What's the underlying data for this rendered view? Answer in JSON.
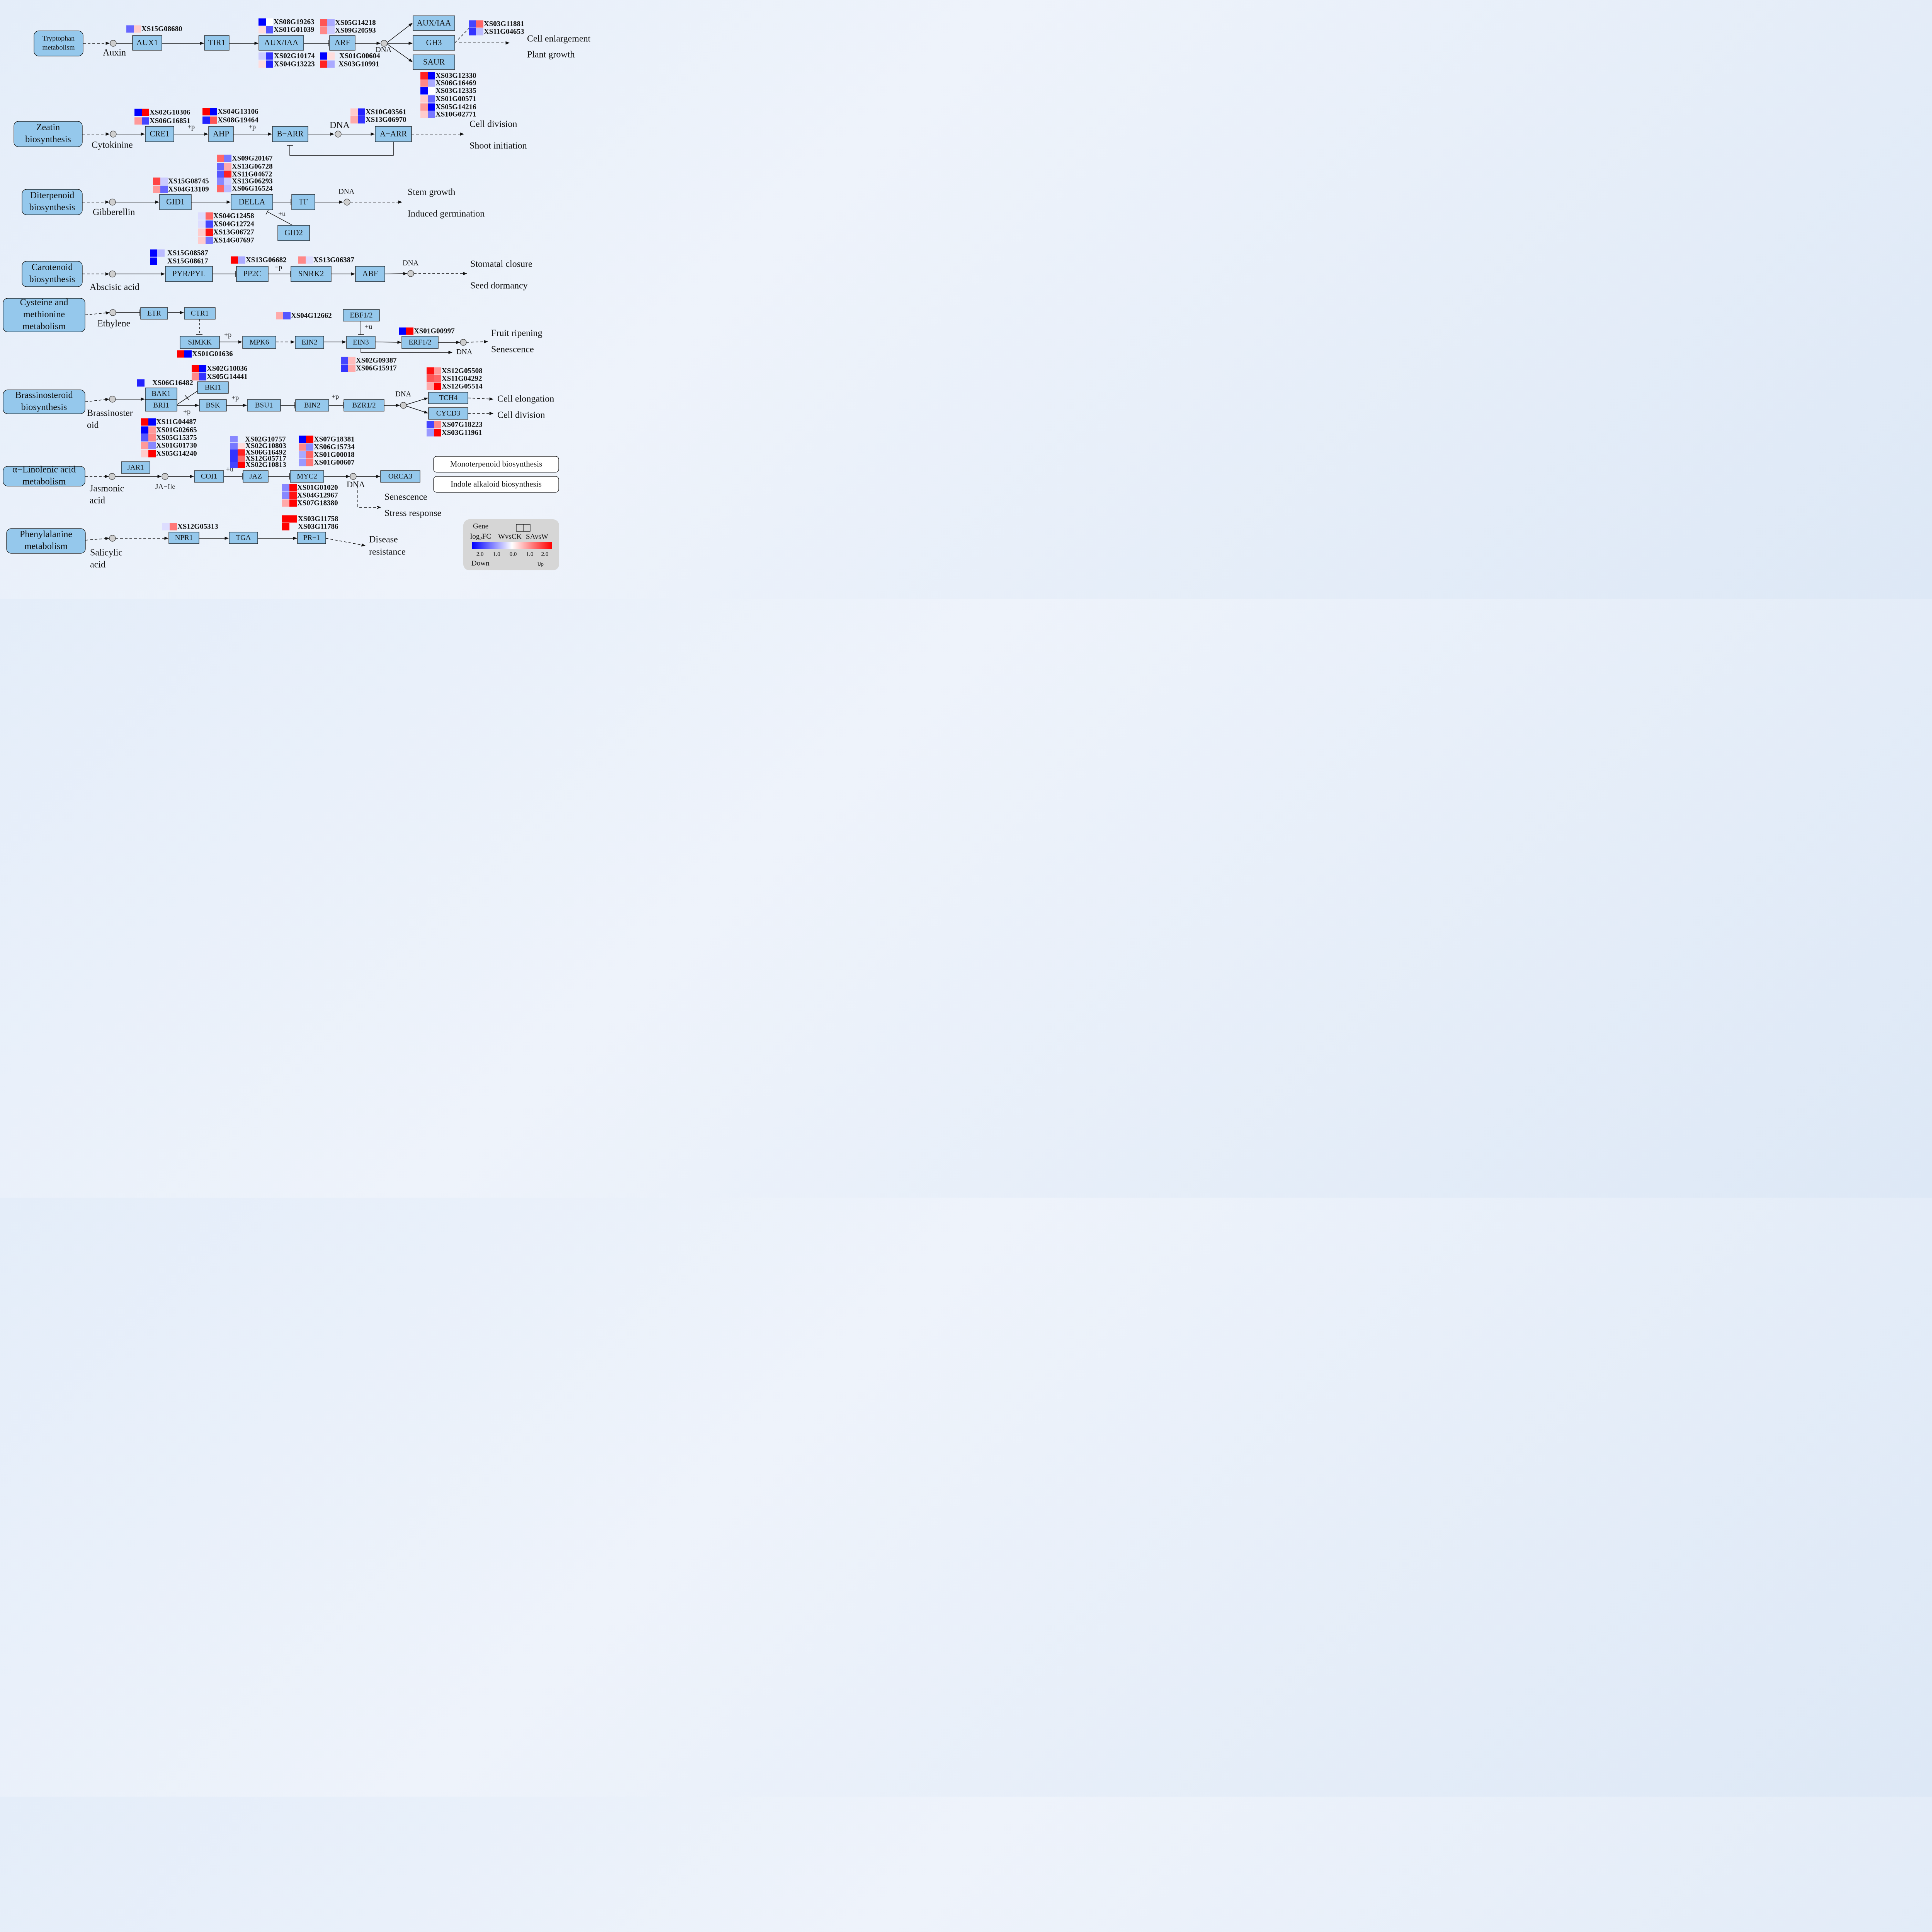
{
  "colors": {
    "node_fill": "#95c8ec",
    "pathway_fill": "#95c8ec",
    "line": "#111111",
    "legend_bg": "#d6d6d6",
    "scale_low": "#0000ff",
    "scale_mid": "#ffffff",
    "scale_high": "#ff0000"
  },
  "pathways": [
    {
      "id": "trp",
      "label": [
        "Tryptophan",
        "metabolism"
      ]
    },
    {
      "id": "zea",
      "label": [
        "Zeatin",
        "biosynthesis"
      ]
    },
    {
      "id": "dit",
      "label": [
        "Diterpenoid",
        "biosynthesis"
      ]
    },
    {
      "id": "car",
      "label": [
        "Carotenoid",
        "biosynthesis"
      ]
    },
    {
      "id": "cys",
      "label": [
        "Cysteine and",
        "methionine",
        "metabolism"
      ]
    },
    {
      "id": "bra",
      "label": [
        "Brassinosteroid",
        "biosynthesis"
      ]
    },
    {
      "id": "lin",
      "label": [
        "α−Linolenic acid",
        "metabolism"
      ]
    },
    {
      "id": "phe",
      "label": [
        "Phenylalanine",
        "metabolism"
      ]
    }
  ],
  "other_pathways": [
    "Monoterpenoid biosynthesis",
    "Indole alkaloid biosynthesis"
  ],
  "hormones": [
    {
      "id": "auxin",
      "label": [
        "Auxin"
      ]
    },
    {
      "id": "cytokinine",
      "label": [
        "Cytokinine"
      ]
    },
    {
      "id": "gibberellin",
      "label": [
        "Gibberellin"
      ]
    },
    {
      "id": "aba",
      "label": [
        "Abscisic acid"
      ]
    },
    {
      "id": "ethylene",
      "label": [
        "Ethylene"
      ]
    },
    {
      "id": "brassinosteroid",
      "label": [
        "Brassinoster",
        "oid"
      ]
    },
    {
      "id": "jasmonic",
      "label": [
        "Jasmonic",
        "acid"
      ]
    },
    {
      "id": "salicylic",
      "label": [
        "Salicylic",
        "acid"
      ]
    }
  ],
  "nodes": {
    "aux1": "AUX1",
    "tir1": "TIR1",
    "auxiaa": "AUX/IAA",
    "arf": "ARF",
    "auxiaa2": "AUX/IAA",
    "gh3": "GH3",
    "saur": "SAUR",
    "cre1": "CRE1",
    "ahp": "AHP",
    "barr": "B−ARR",
    "aarr": "A−ARR",
    "gid1": "GID1",
    "della": "DELLA",
    "tf": "TF",
    "gid2": "GID2",
    "pyr": "PYR/PYL",
    "pp2c": "PP2C",
    "snrk2": "SNRK2",
    "abf": "ABF",
    "etr": "ETR",
    "ctr1": "CTR1",
    "simkk": "SIMKK",
    "mpk6": "MPK6",
    "ein2": "EIN2",
    "ein3": "EIN3",
    "ebf12": "EBF1/2",
    "erf12": "ERF1/2",
    "bak1": "BAK1",
    "bri1": "BRI1",
    "bki1": "BKI1",
    "bsk": "BSK",
    "bsu1": "BSU1",
    "bin2": "BIN2",
    "bzr12": "BZR1/2",
    "tch4": "TCH4",
    "cycd3": "CYCD3",
    "jar1": "JAR1",
    "coi1": "COI1",
    "jaz": "JAZ",
    "myc2": "MYC2",
    "orca3": "ORCA3",
    "npr1": "NPR1",
    "tga": "TGA",
    "pr1": "PR−1"
  },
  "small_labels": {
    "dna": "DNA",
    "ja_ile": "JA−Ile",
    "plus_p": "+p",
    "minus_p": "−p",
    "plus_u": "+u"
  },
  "outcomes": [
    "Cell enlargement",
    "Plant growth",
    "Cell division",
    "Shoot initiation",
    "Stem growth",
    "Induced germination",
    "Stomatal closure",
    "Seed dormancy",
    "Fruit ripening",
    "Senescence",
    "Cell elongation",
    "Cell division",
    "Senescence",
    "Stress response",
    "Disease",
    "resistance"
  ],
  "genes": [
    {
      "name": "XS15G08680",
      "c": [
        "#6666ff",
        "#ffcccc"
      ]
    },
    {
      "name": "XS08G19263",
      "c": [
        "#0000ff",
        "#ffffff"
      ]
    },
    {
      "name": "XS01G01039",
      "c": [
        "#ffdddd",
        "#5555ff"
      ]
    },
    {
      "name": "XS05G14218",
      "c": [
        "#ff5555",
        "#aaaaff"
      ]
    },
    {
      "name": "XS09G20593",
      "c": [
        "#ff8888",
        "#ccccff"
      ]
    },
    {
      "name": "XS02G10174",
      "c": [
        "#ccccff",
        "#3333ff"
      ]
    },
    {
      "name": "XS04G13223",
      "c": [
        "#ffdddd",
        "#2222ff"
      ]
    },
    {
      "name": "XS01G00604",
      "c": [
        "#0000ff",
        "#ffdddd"
      ]
    },
    {
      "name": "XS03G10991",
      "c": [
        "#ff2222",
        "#aaaaff"
      ]
    },
    {
      "name": "XS03G11881",
      "c": [
        "#4444ff",
        "#ff6666"
      ]
    },
    {
      "name": "XS11G04653",
      "c": [
        "#3333ff",
        "#bbbbff"
      ]
    },
    {
      "name": "XS03G12330",
      "c": [
        "#ff2222",
        "#0000ff"
      ]
    },
    {
      "name": "XS06G16469",
      "c": [
        "#ff8888",
        "#aaaaff"
      ]
    },
    {
      "name": "XS03G12335",
      "c": [
        "#0000ff",
        "#ffffff"
      ]
    },
    {
      "name": "XS01G00571",
      "c": [
        "#ffcccc",
        "#6666ff"
      ]
    },
    {
      "name": "XS05G14216",
      "c": [
        "#ff9999",
        "#0000ff"
      ]
    },
    {
      "name": "XS10G02771",
      "c": [
        "#ffcccc",
        "#7777ff"
      ]
    },
    {
      "name": "XS02G10306",
      "c": [
        "#0000ff",
        "#ff0000"
      ]
    },
    {
      "name": "XS06G16851",
      "c": [
        "#ff9999",
        "#4444ff"
      ]
    },
    {
      "name": "XS04G13106",
      "c": [
        "#ff0000",
        "#0000ff"
      ]
    },
    {
      "name": "XS08G19464",
      "c": [
        "#2222ff",
        "#ff5555"
      ]
    },
    {
      "name": "XS10G03561",
      "c": [
        "#ffcccc",
        "#2222ff"
      ]
    },
    {
      "name": "XS13G06970",
      "c": [
        "#ffaaaa",
        "#3333ff"
      ]
    },
    {
      "name": "XS09G20167",
      "c": [
        "#ff6666",
        "#7777ff"
      ]
    },
    {
      "name": "XS13G06728",
      "c": [
        "#6666ff",
        "#ffaaaa"
      ]
    },
    {
      "name": "XS11G04672",
      "c": [
        "#5555ff",
        "#ff2222"
      ]
    },
    {
      "name": "XS13G06293",
      "c": [
        "#8888ff",
        "#ccccff"
      ]
    },
    {
      "name": "XS06G16524",
      "c": [
        "#ff6666",
        "#bbbbff"
      ]
    },
    {
      "name": "XS15G08745",
      "c": [
        "#ff4444",
        "#ccccff"
      ]
    },
    {
      "name": "XS04G13109",
      "c": [
        "#ff9999",
        "#6666ff"
      ]
    },
    {
      "name": "XS04G12458",
      "c": [
        "#ddddff",
        "#ff6666"
      ]
    },
    {
      "name": "XS04G12724",
      "c": [
        "#ddddff",
        "#4444ff"
      ]
    },
    {
      "name": "XS13G06727",
      "c": [
        "#ffcccc",
        "#ff1111"
      ]
    },
    {
      "name": "XS14G07697",
      "c": [
        "#ffcccc",
        "#7777ff"
      ]
    },
    {
      "name": "XS15G08587",
      "c": [
        "#0000ff",
        "#bbbbff"
      ]
    },
    {
      "name": "XS15G08617",
      "c": [
        "#0000ff"
      ]
    },
    {
      "name": "XS13G06682",
      "c": [
        "#ff0000",
        "#aaaaff"
      ]
    },
    {
      "name": "XS13G06387",
      "c": [
        "#ff8888",
        "#ddddff"
      ]
    },
    {
      "name": "XS04G12662",
      "c": [
        "#ffaaaa",
        "#5555ff"
      ]
    },
    {
      "name": "XS01G00997",
      "c": [
        "#0000ff",
        "#ff0000"
      ]
    },
    {
      "name": "XS01G01636",
      "c": [
        "#ff0000",
        "#0000ff"
      ]
    },
    {
      "name": "XS02G09387",
      "c": [
        "#4444ff",
        "#ffbbbb"
      ]
    },
    {
      "name": "XS06G15917",
      "c": [
        "#3333ff",
        "#ffaaaa"
      ]
    },
    {
      "name": "XS02G10036",
      "c": [
        "#ff0000",
        "#0000ff"
      ]
    },
    {
      "name": "XS05G14441",
      "c": [
        "#ff8888",
        "#3333ff"
      ]
    },
    {
      "name": "XS06G16482",
      "c": [
        "#2222ff"
      ]
    },
    {
      "name": "XS12G05508",
      "c": [
        "#ff1111",
        "#ff9999"
      ]
    },
    {
      "name": "XS11G04292",
      "c": [
        "#ff5555",
        "#ff6666"
      ]
    },
    {
      "name": "XS12G05514",
      "c": [
        "#ffaaaa",
        "#ff0000"
      ]
    },
    {
      "name": "XS07G18223",
      "c": [
        "#4444ff",
        "#ff8888"
      ]
    },
    {
      "name": "XS03G11961",
      "c": [
        "#9999ff",
        "#ff0000"
      ]
    },
    {
      "name": "XS11G04487",
      "c": [
        "#ff0000",
        "#0000ff"
      ]
    },
    {
      "name": "XS01G02665",
      "c": [
        "#0000ff",
        "#ff9999"
      ]
    },
    {
      "name": "XS05G15375",
      "c": [
        "#5555ff",
        "#ff8888"
      ]
    },
    {
      "name": "XS01G01730",
      "c": [
        "#ff9999",
        "#8888ff"
      ]
    },
    {
      "name": "XS05G14240",
      "c": [
        "#ffcccc",
        "#ff0000"
      ]
    },
    {
      "name": "XS02G10757",
      "c": [
        "#8888ff"
      ]
    },
    {
      "name": "XS02G10803",
      "c": [
        "#7777ff",
        "#ffdddd"
      ]
    },
    {
      "name": "XS06G16492",
      "c": [
        "#3333ff",
        "#ff2222"
      ]
    },
    {
      "name": "XS12G05717",
      "c": [
        "#3333ff",
        "#ff6666"
      ]
    },
    {
      "name": "XS02G10813",
      "c": [
        "#4444ff",
        "#ff0000"
      ]
    },
    {
      "name": "XS07G18381",
      "c": [
        "#0000ff",
        "#ff0000"
      ]
    },
    {
      "name": "XS06G15734",
      "c": [
        "#ff8888",
        "#8888ff"
      ]
    },
    {
      "name": "XS01G00018",
      "c": [
        "#aaaaff",
        "#ff6666"
      ]
    },
    {
      "name": "XS01G00607",
      "c": [
        "#9999ff",
        "#ff7777"
      ]
    },
    {
      "name": "XS01G01020",
      "c": [
        "#8888ff",
        "#ff0000"
      ]
    },
    {
      "name": "XS04G12967",
      "c": [
        "#8888ff",
        "#ff1111"
      ]
    },
    {
      "name": "XS07G18380",
      "c": [
        "#ffaaaa",
        "#ff0000"
      ]
    },
    {
      "name": "XS03G11758",
      "c": [
        "#ff0000",
        "#ff0000"
      ]
    },
    {
      "name": "XS03G11786",
      "c": [
        "#ff0000"
      ]
    },
    {
      "name": "XS12G05313",
      "c": [
        "#ddddff",
        "#ff7777"
      ]
    }
  ],
  "legend": {
    "title": "Gene",
    "metric": "log₂FC",
    "metric_base": "log",
    "metric_sub": "2",
    "metric_tail": "FC",
    "col1": "WvsCK",
    "col2": "SAvsW",
    "ticks": [
      "−2.0",
      "−1.0",
      "0.0",
      "1.0",
      "2.0"
    ],
    "down": "Down",
    "up": "Up"
  }
}
